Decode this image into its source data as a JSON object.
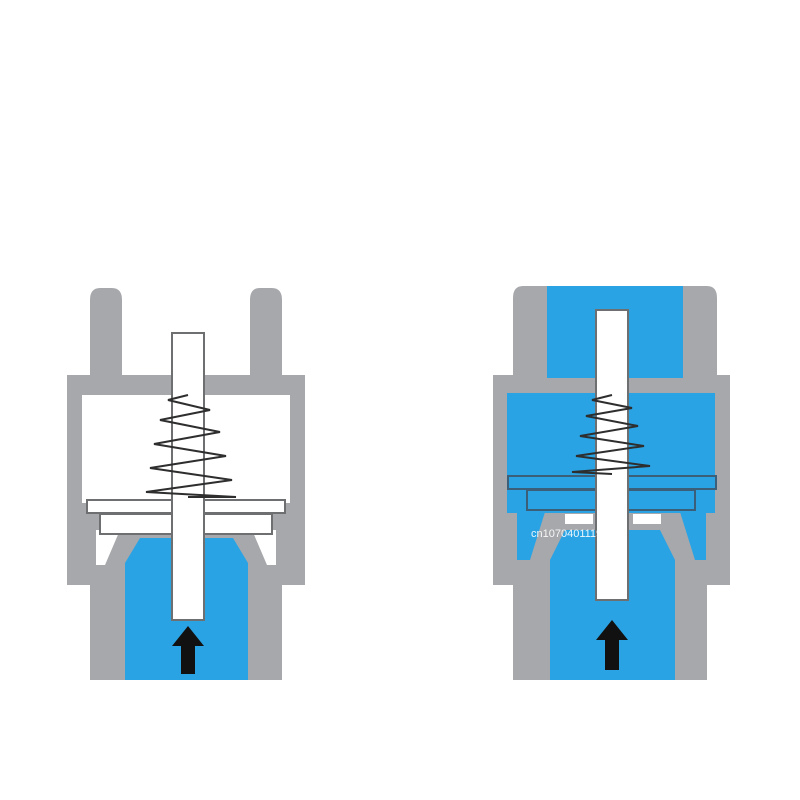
{
  "diagram": {
    "left_valve": {
      "state": "closed",
      "flow_arrow": "up-arrow-icon"
    },
    "right_valve": {
      "state": "open",
      "flow_arrow": "up-arrow-icon"
    }
  },
  "watermark": {
    "text": "cn1070401119lwjae"
  },
  "colors": {
    "body": "#a7a8ab",
    "fluid": "#2aa3e4",
    "part": "#ffffff",
    "outline": "#6e6f71",
    "spring": "#2e2e2e",
    "arrow": "#111111"
  }
}
